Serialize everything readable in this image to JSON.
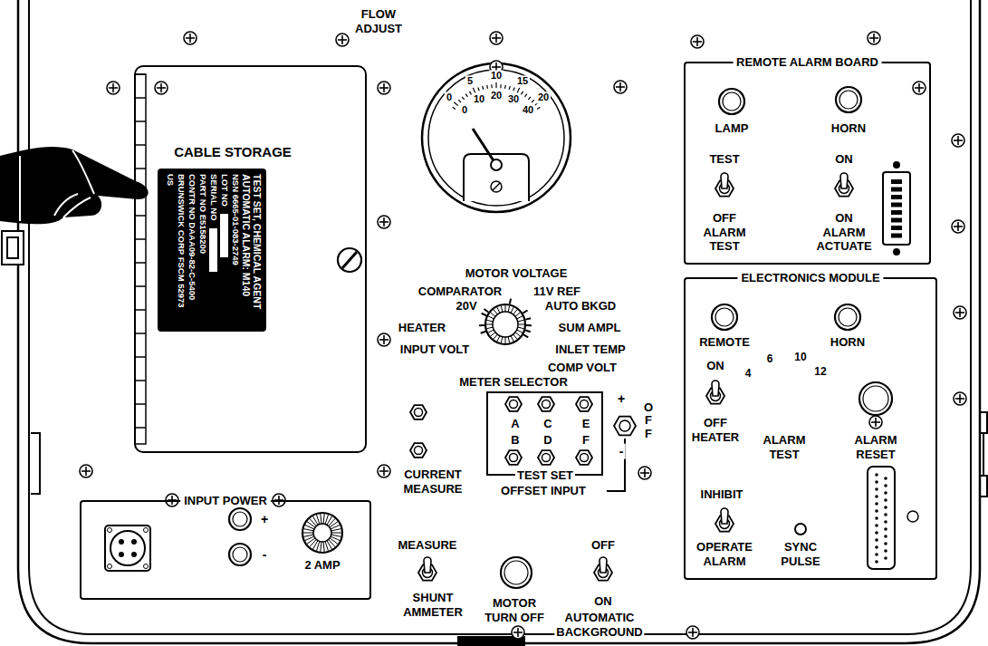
{
  "diagram": {
    "nodes": [
      {
        "text": [
          "CABLE STORAGE"
        ]
      },
      {
        "text": [
          "TEST SET, CHEMICAL AGENT AUTOMATIC ALARM: M140",
          "NSN 6665-01-083-2749",
          "LOT NO",
          "SERIAL NO",
          "PART NO E5158200",
          "CONTR NO DAAA09-82-C-5400",
          "BRUNSWICK CORP FSCM 52973",
          "US"
        ],
        "in": 0
      },
      {
        "text": [
          "REMOTE ALARM BOARD"
        ]
      },
      {
        "text": [
          "ELECTRONICS MODULE"
        ]
      },
      {
        "text": [
          "INPUT POWER"
        ]
      },
      {
        "text": [
          "A",
          "C",
          "E",
          "B",
          "D",
          "F"
        ]
      }
    ],
    "labels": [
      "FLOW ADJUST",
      "0",
      "5",
      "10",
      "15",
      "20",
      "0",
      "10",
      "20",
      "30",
      "40",
      "LAMP",
      "HORN",
      "TEST",
      "ON",
      "OFF ALARM TEST",
      "ON ALARM ACTUATE",
      "MOTOR VOLTAGE",
      "COMPARATOR",
      "20V",
      "11V REF",
      "AUTO BKGD",
      "HEATER",
      "SUM AMPL",
      "INPUT VOLT",
      "INLET TEMP",
      "COMP VOLT",
      "METER SELECTOR",
      "+",
      "OFF",
      "-",
      "CURRENT MEASURE",
      "TEST SET",
      "OFFSET INPUT",
      "+",
      "-",
      "2 AMP",
      "MEASURE",
      "SHUNT AMMETER",
      "MOTOR TURN OFF",
      "OFF",
      "ON",
      "AUTOMATIC BACKGROUND",
      "REMOTE",
      "HORN",
      "ON",
      "OFF HEATER",
      "4",
      "6",
      "10",
      "12",
      "ALARM TEST",
      "ALARM RESET",
      "INHIBIT",
      "OPERATE ALARM",
      "SYNC PULSE"
    ]
  }
}
